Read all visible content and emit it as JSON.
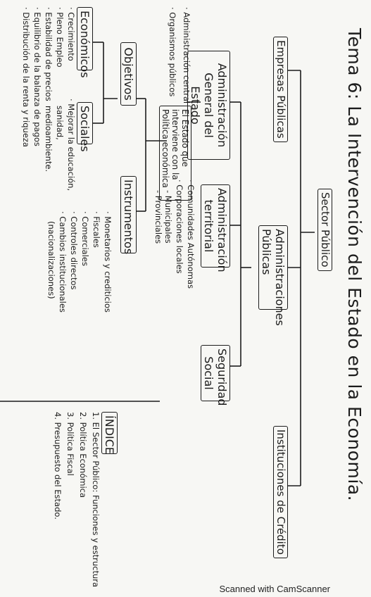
{
  "title": "Tema 6: La Intervención del Estado en la Economía.",
  "sector_publico": "Sector Público",
  "empresas_publicas": "Empresas Públicas",
  "administraciones_publicas": "Administraciones Públicas",
  "instituciones_credito": "Instituciones de Crédito",
  "admin_general": "Administración General del Estado",
  "admin_territorial": "Administración territorial",
  "seguridad_social": "Seguridad Social",
  "territorial_items": [
    "· Comunidades Autónomas",
    "· Corporaciones locales",
    "- Municipales",
    "- Provinciales"
  ],
  "central_items": [
    "· Administración central",
    "· Organismos públicos"
  ],
  "estado_box": "El Estado que interviene con la Política económica",
  "objetivos": "Objetivos",
  "economicos": "Económicos",
  "sociales": "Sociales",
  "econ_items": [
    "· Crecimiento",
    "· Pleno Empleo",
    "· Estabilidad de precios",
    "· Equilibrio de la balanza de pagos",
    "· Distribución de la renta y riqueza"
  ],
  "social_items": [
    "· Mejorar la educación,",
    "sanidad,",
    "medioambiente."
  ],
  "instrumentos": "Instrumentos",
  "instr_items": [
    "· Monetarios y crediticios",
    "· Fiscales",
    "· Comerciales",
    "· Controles directos",
    "· Cambios institucionales",
    "(nacionalizaciones)"
  ],
  "indice_title": "ÍNDICE",
  "indice_items": [
    "1. El Sector Público: Funciones y estructura",
    "2. Política Económica",
    "3. Política Fiscal",
    "4. Presupuesto del Estado."
  ],
  "footer": "Scanned with CamScanner"
}
